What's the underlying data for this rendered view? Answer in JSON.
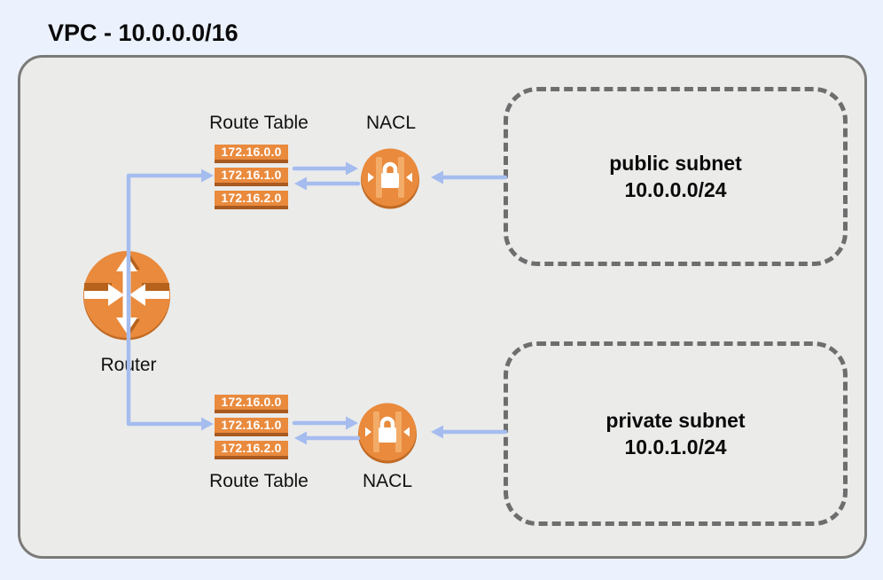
{
  "title": "VPC - 10.0.0.0/16",
  "router": {
    "label": "Router"
  },
  "route_table": {
    "label": "Route Table",
    "entries": [
      "172.16.0.0",
      "172.16.1.0",
      "172.16.2.0"
    ]
  },
  "nacl": {
    "label": "NACL"
  },
  "subnets": {
    "public": {
      "name": "public subnet",
      "cidr": "10.0.0.0/24"
    },
    "private": {
      "name": "private subnet",
      "cidr": "10.0.1.0/24"
    }
  },
  "icons": {
    "router": "router-icon",
    "nacl": "nacl-lock-icon"
  },
  "colors": {
    "page_background": "#ECF2FD",
    "vpc_fill": "#EBEBEA",
    "vpc_border": "#7A7A78",
    "subnet_border": "#6E6E6E",
    "orange": "#E98A3D",
    "orange_dark": "#A85A20",
    "orange_light": "#F3AC68",
    "arrow_blue": "#A5BCEF",
    "text": "#0A0A0A"
  }
}
